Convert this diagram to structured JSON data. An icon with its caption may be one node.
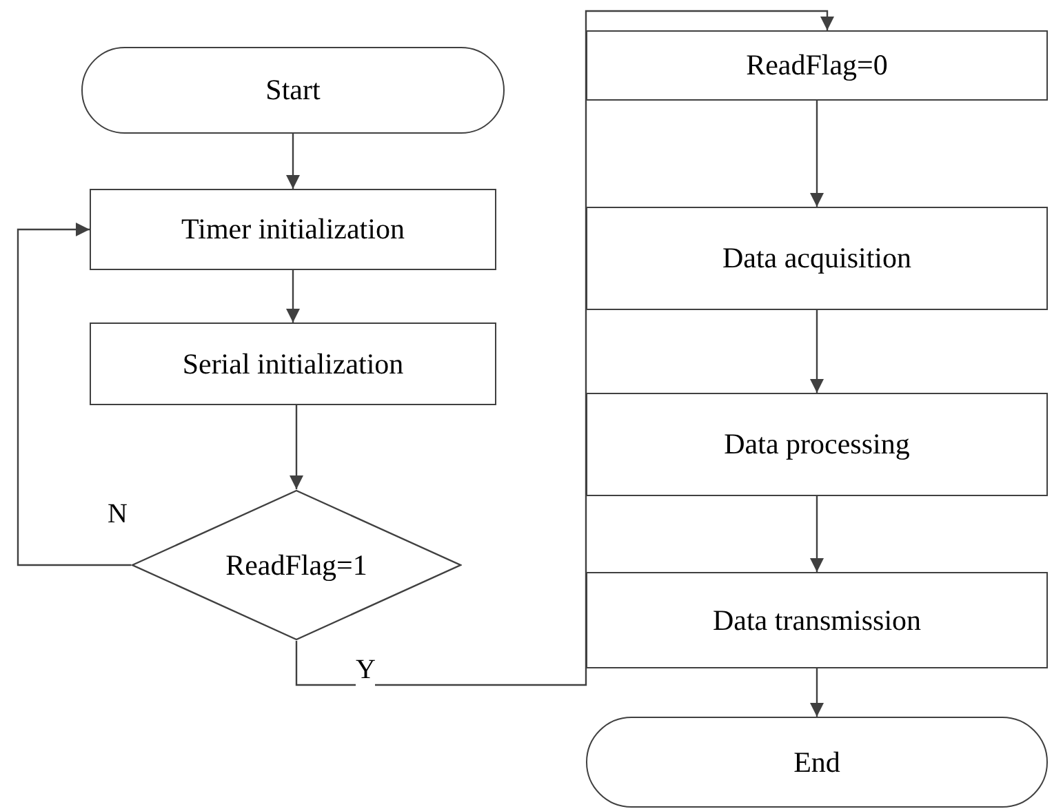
{
  "diagram": {
    "nodes": [
      {
        "text": [
          "Start"
        ]
      },
      {
        "text": [
          "Timer initialization"
        ]
      },
      {
        "text": [
          "Serial initialization"
        ]
      },
      {
        "text": [
          "ReadFlag=1"
        ]
      },
      {
        "text": [
          "ReadFlag=0"
        ]
      },
      {
        "text": [
          "Data acquisition"
        ]
      },
      {
        "text": [
          "Data processing"
        ]
      },
      {
        "text": [
          "Data transmission"
        ]
      },
      {
        "text": [
          "End"
        ]
      }
    ],
    "edges": [
      {
        "from": 0,
        "to": 1,
        "arrow": "to"
      },
      {
        "from": 1,
        "to": 2,
        "arrow": "to"
      },
      {
        "from": 2,
        "to": 3,
        "arrow": "to"
      },
      {
        "from": 3,
        "to": 1,
        "arrow": "to",
        "label": "N"
      },
      {
        "from": 3,
        "to": 4,
        "arrow": "to",
        "label": "Y"
      },
      {
        "from": 4,
        "to": 5,
        "arrow": "to"
      },
      {
        "from": 5,
        "to": 6,
        "arrow": "to"
      },
      {
        "from": 6,
        "to": 7,
        "arrow": "to"
      },
      {
        "from": 7,
        "to": 8,
        "arrow": "to"
      }
    ]
  }
}
